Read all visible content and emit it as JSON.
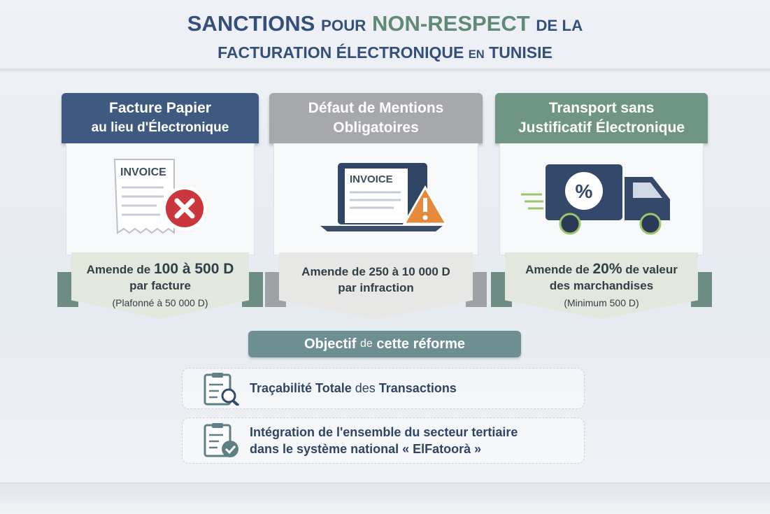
{
  "title": {
    "line1": {
      "a": "SANCTIONS",
      "b": "POUR",
      "c": "NON-RESPECT",
      "d": "DE LA"
    },
    "line2": {
      "a": "FACTURATION ÉLECTRONIQUE",
      "b": "EN",
      "c": "TUNISIE"
    }
  },
  "cards": [
    {
      "header_line1": "Facture Papier",
      "header_line2": "au lieu d'Électronique",
      "icon_label": "INVOICE",
      "fine_prefix": "Amende de",
      "fine_amount": "100 à 500 D",
      "fine_unit": "par facture",
      "note": "(Plafonné à 50 000 D)",
      "color": "#3f5a80"
    },
    {
      "header_line1": "Défaut de Mentions",
      "header_line2": "Obligatoires",
      "icon_label": "INVOICE",
      "fine_prefix": "Amende de",
      "fine_amount": "250 à 10 000 D",
      "fine_unit": "par infraction",
      "color": "#a6a8ac"
    },
    {
      "header_line1": "Transport sans",
      "header_line2": "Justificatif Électronique",
      "icon_label": "%",
      "fine_prefix": "Amende de",
      "fine_amount": "20%",
      "fine_suffix": "de valeur",
      "fine_unit": "des marchandises",
      "note": "(Minimum 500 D)",
      "color": "#6f9585"
    }
  ],
  "objective": {
    "a": "Objectif",
    "b": "de",
    "c": "cette réforme"
  },
  "goals": [
    {
      "a": "Traçabilité Totale",
      "b": "des",
      "c": "Transactions"
    },
    {
      "line1": "Intégration de l'ensemble du secteur tertiaire",
      "line2": "dans le système national « ElFatoorà »"
    }
  ]
}
